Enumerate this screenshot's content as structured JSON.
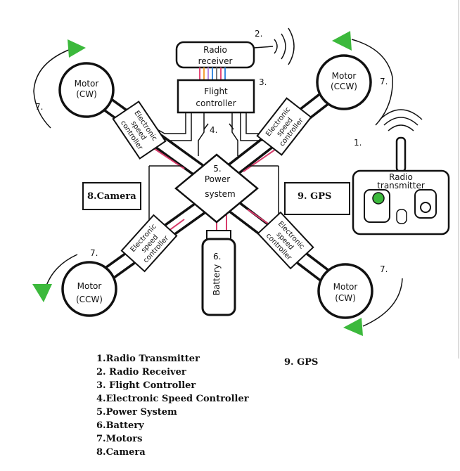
{
  "colors": {
    "line": "#111111",
    "accent_wire": "#d83b6b",
    "arrow": "#3cb93c",
    "wire_colors": [
      "#e64a7a",
      "#f2a23a",
      "#3b8be0",
      "#b98be6",
      "#7a7a7a"
    ]
  },
  "components": {
    "radio_receiver": {
      "label_line1": "Radio",
      "label_line2": "receiver",
      "number": "2."
    },
    "flight_controller": {
      "label_line1": "Flight",
      "label_line2": "controller",
      "number": "3."
    },
    "esc_number": "4.",
    "power_system": {
      "number": "5.",
      "label_line1": "Power",
      "label_line2": "system"
    },
    "battery": {
      "number": "6.",
      "label": "Battery"
    },
    "radio_transmitter": {
      "number": "1.",
      "label_line1": "Radio",
      "label_line2": "transmitter"
    },
    "camera": "8.Camera",
    "gps": "9. GPS"
  },
  "motors": [
    {
      "id": "top-left",
      "label_line1": "Motor",
      "label_line2": "(CW)",
      "number": "7."
    },
    {
      "id": "top-right",
      "label_line1": "Motor",
      "label_line2": "(CCW)",
      "number": "7."
    },
    {
      "id": "bottom-left",
      "label_line1": "Motor",
      "label_line2": "(CCW)",
      "number": "7."
    },
    {
      "id": "bottom-right",
      "label_line1": "Motor",
      "label_line2": "(CW)",
      "number": "7."
    }
  ],
  "esc": {
    "line1": "Electronic",
    "line2": "speed",
    "line3": "controller"
  },
  "legend": [
    "1.Radio Transmitter",
    "2. Radio Receiver",
    "3. Flight Controller",
    "4.Electronic Speed Controller",
    "5.Power System",
    "6.Battery",
    "7.Motors",
    "8.Camera"
  ],
  "legend_gps": "9. GPS"
}
